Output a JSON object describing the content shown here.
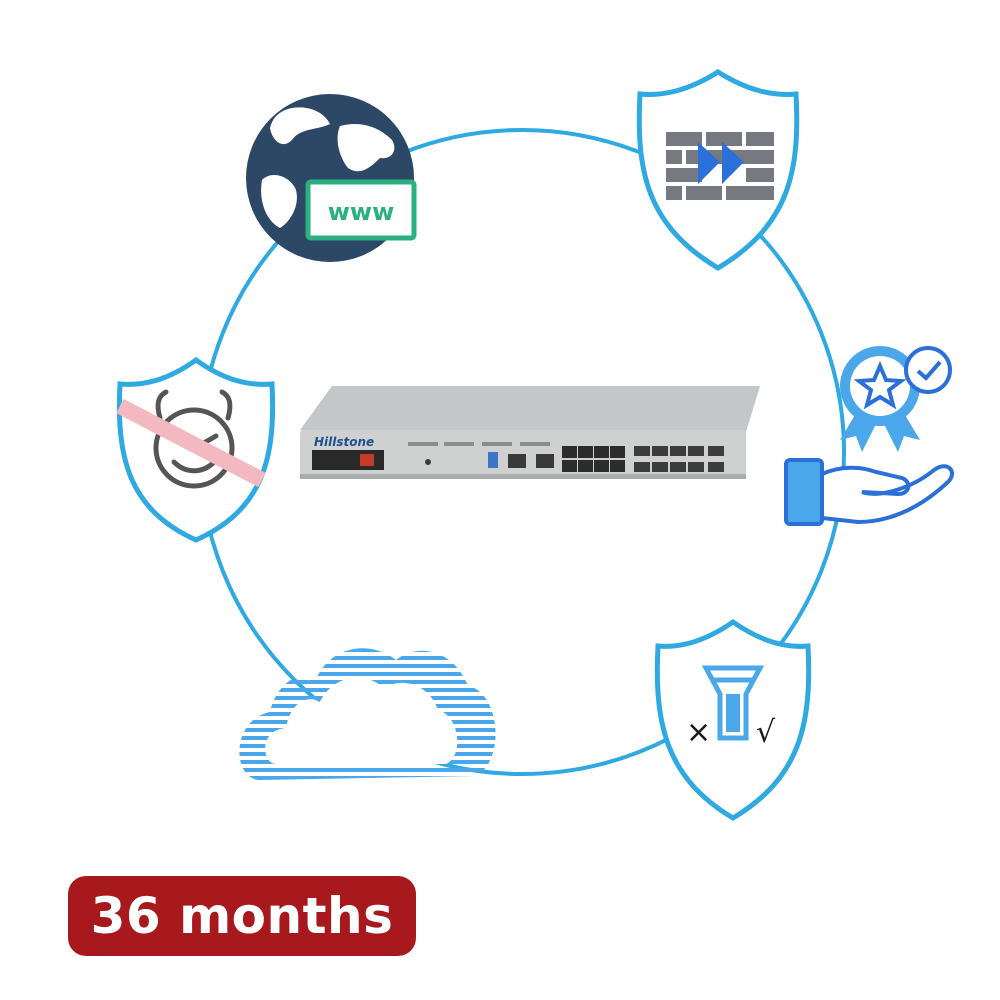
{
  "colors": {
    "ring": "#2fa9e1",
    "shield_fill": "#ffffff",
    "globe": "#2d4766",
    "www_green": "#2bb07f",
    "firewall_brick": "#767a80",
    "accent_blue": "#2b6fd9",
    "icon_light_blue": "#4aa8ea",
    "cross_red": "#f4b9c0",
    "device_body": "#cfd1d1",
    "badge_bg": "#a8191e",
    "badge_text": "#ffffff"
  },
  "icons": {
    "web_filtering": "globe-www-icon",
    "firewall": "firewall-shield-icon",
    "certified": "award-ribbon-hand-icon",
    "anti_malware": "no-devil-shield-icon",
    "cloud": "cloud-icon",
    "content_filter": "filter-shield-icon"
  },
  "device": {
    "brand": "Hillstone"
  },
  "www_label": "www",
  "badge": {
    "label": "36 months"
  }
}
